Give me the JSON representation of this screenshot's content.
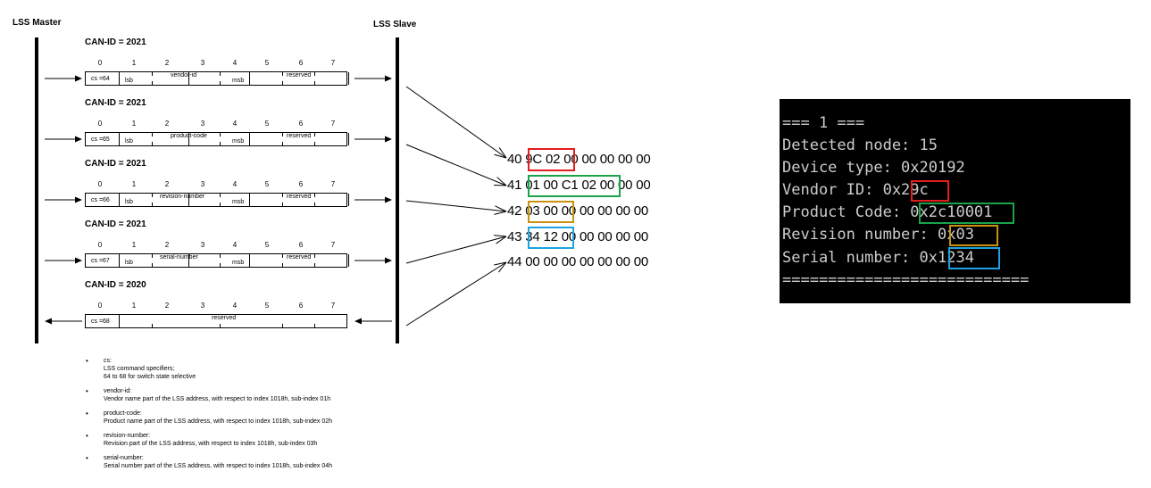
{
  "diagram": {
    "master_title": "LSS Master",
    "slave_title": "LSS Slave",
    "byte_indices": [
      "0",
      "1",
      "2",
      "3",
      "4",
      "5",
      "6",
      "7"
    ],
    "frames": [
      {
        "can_id": "CAN-ID = 2021",
        "cs": "cs =64",
        "lsb": "lsb",
        "field": "vendor-id",
        "msb": "msb",
        "reserved": "reserved",
        "direction": "right"
      },
      {
        "can_id": "CAN-ID = 2021",
        "cs": "cs =65",
        "lsb": "lsb",
        "field": "product-code",
        "msb": "msb",
        "reserved": "reserved",
        "direction": "right"
      },
      {
        "can_id": "CAN-ID = 2021",
        "cs": "cs =66",
        "lsb": "lsb",
        "field": "revision-number",
        "msb": "msb",
        "reserved": "reserved",
        "direction": "right"
      },
      {
        "can_id": "CAN-ID = 2021",
        "cs": "cs =67",
        "lsb": "lsb",
        "field": "serial-number",
        "msb": "msb",
        "reserved": "reserved",
        "direction": "right"
      },
      {
        "can_id": "CAN-ID = 2020",
        "cs": "cs =68",
        "reserved": "reserved",
        "direction": "left"
      }
    ],
    "legend": [
      {
        "term": "cs:",
        "lines": [
          "LSS command specifiers;",
          "64 to 68 for switch state selective"
        ]
      },
      {
        "term": "vendor-id:",
        "lines": [
          "Vendor name part of the LSS address, with respect to index 1018h, sub-index 01h"
        ]
      },
      {
        "term": "product-code:",
        "lines": [
          "Product name part of the LSS address, with respect to index 1018h, sub-index 02h"
        ]
      },
      {
        "term": "revision-number:",
        "lines": [
          "Revision part of the LSS address, with respect to index 1018h, sub-index 03h"
        ]
      },
      {
        "term": "serial-number:",
        "lines": [
          "Serial number part of the LSS address, with respect to index 1018h, sub-index 04h"
        ]
      }
    ]
  },
  "bytes": [
    "40 9C 02 00 00 00 00 00",
    "41 01 00 C1 02 00 00 00",
    "42 03 00 00 00 00 00 00",
    "43 34 12 00 00 00 00 00",
    "44 00 00 00 00 00 00 00"
  ],
  "terminal": {
    "lines": [
      "=== 1 ===",
      "Detected node: 15",
      "Device type: 0x20192",
      "Vendor ID: 0x29c",
      "Product Code: 0x2c10001",
      "Revision number: 0x03",
      "Serial number: 0x1234",
      "==========================="
    ]
  },
  "colors": {
    "vendor": "#e31c1c",
    "product": "#1aa34a",
    "revision": "#c8920e",
    "serial": "#1ea3e0",
    "terminal_bg": "#000000",
    "terminal_fg": "#cccccc"
  }
}
